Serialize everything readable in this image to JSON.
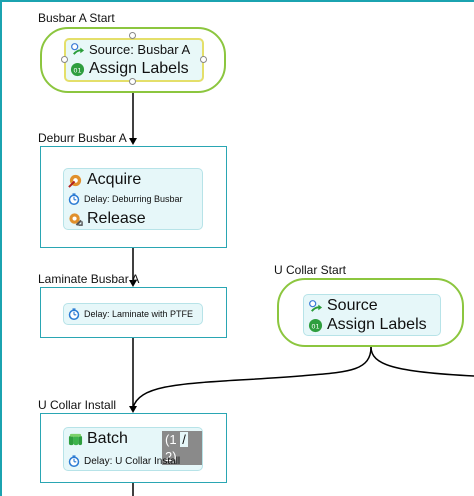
{
  "blocks": {
    "busbar_a_start": {
      "title": "Busbar A Start",
      "rows": [
        {
          "icon": "source-icon",
          "label": "Source: Busbar A"
        },
        {
          "icon": "assign-labels-icon",
          "label": "Assign Labels"
        }
      ]
    },
    "deburr_busbar_a": {
      "title": "Deburr Busbar A",
      "rows": [
        {
          "icon": "acquire-icon",
          "label": "Acquire"
        },
        {
          "icon": "delay-icon",
          "label": "Delay: Deburring Busbar"
        },
        {
          "icon": "release-icon",
          "label": "Release"
        }
      ]
    },
    "laminate_busbar_a": {
      "title": "Laminate Busbar A",
      "rows": [
        {
          "icon": "delay-icon",
          "label": "Delay: Laminate with PTFE"
        }
      ]
    },
    "u_collar_start": {
      "title": "U Collar Start",
      "rows": [
        {
          "icon": "source-icon",
          "label": "Source"
        },
        {
          "icon": "assign-labels-icon",
          "label": "Assign Labels"
        }
      ]
    },
    "u_collar_install": {
      "title": "U Collar Install",
      "rows": [
        {
          "icon": "batch-icon",
          "label": "Batch"
        },
        {
          "icon": "delay-icon",
          "label": "Delay: U Collar Install"
        }
      ],
      "batch_counter": {
        "current": "1",
        "separator": "/",
        "total": "2"
      }
    }
  },
  "colors": {
    "process_border": "#2aa6b3",
    "source_border": "#8cc63f",
    "activity_fill": "#e6f7f9",
    "connector": "#000000"
  }
}
